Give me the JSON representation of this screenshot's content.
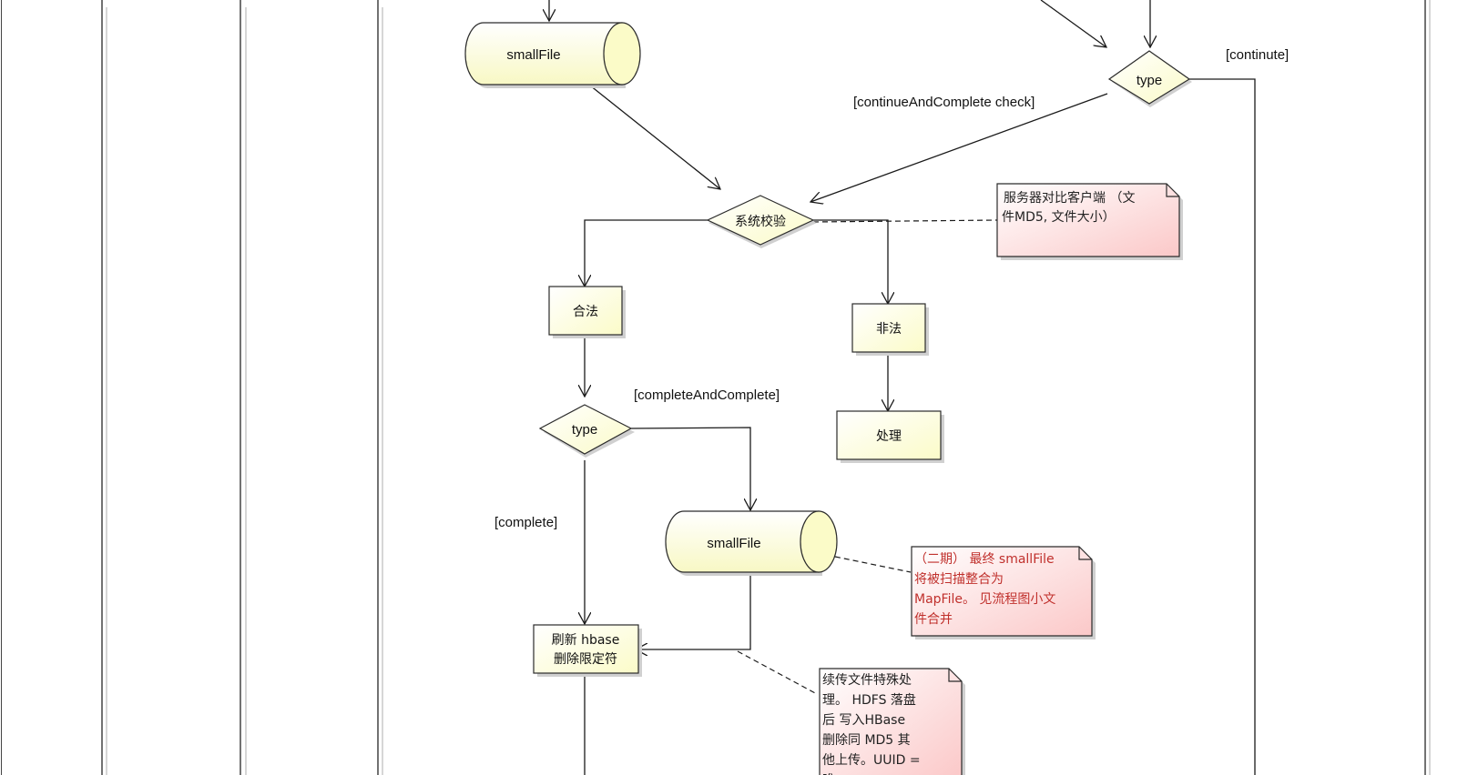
{
  "nodes": {
    "smallfile_top": "smallFile",
    "type_top": "type",
    "check": "系统校验",
    "legal": "合法",
    "illegal": "非法",
    "handle": "处理",
    "type_mid": "type",
    "smallfile_mid": "smallFile",
    "refresh_line1": "刷新 hbase",
    "refresh_line2": "删除限定符"
  },
  "guards": {
    "continute": "[continute]",
    "continue_and_complete_check": "[continueAndComplete check]",
    "complete_and_complete": "[completeAndComplete]",
    "complete": "[complete]"
  },
  "notes": {
    "check_note": [
      "服务器对比客户端 （文",
      "件MD5, 文件大小）"
    ],
    "merge_note": [
      "（二期） 最终 smallFile",
      "将被扫描整合为",
      "MapFile。 见流程图小文",
      "件合并"
    ],
    "resume_note": [
      "续传文件特殊处",
      "理。   HDFS 落盘",
      "后 写入HBase",
      "   删除同 MD5 其",
      "他上传。UUID =",
      "唯一"
    ]
  },
  "colors": {
    "node_fill": "#fefed4",
    "node_stroke": "#2b2b2b",
    "note_fill": "#ffdcdc",
    "note_text_red": "#c0302c",
    "line": "#1a1a1a"
  }
}
